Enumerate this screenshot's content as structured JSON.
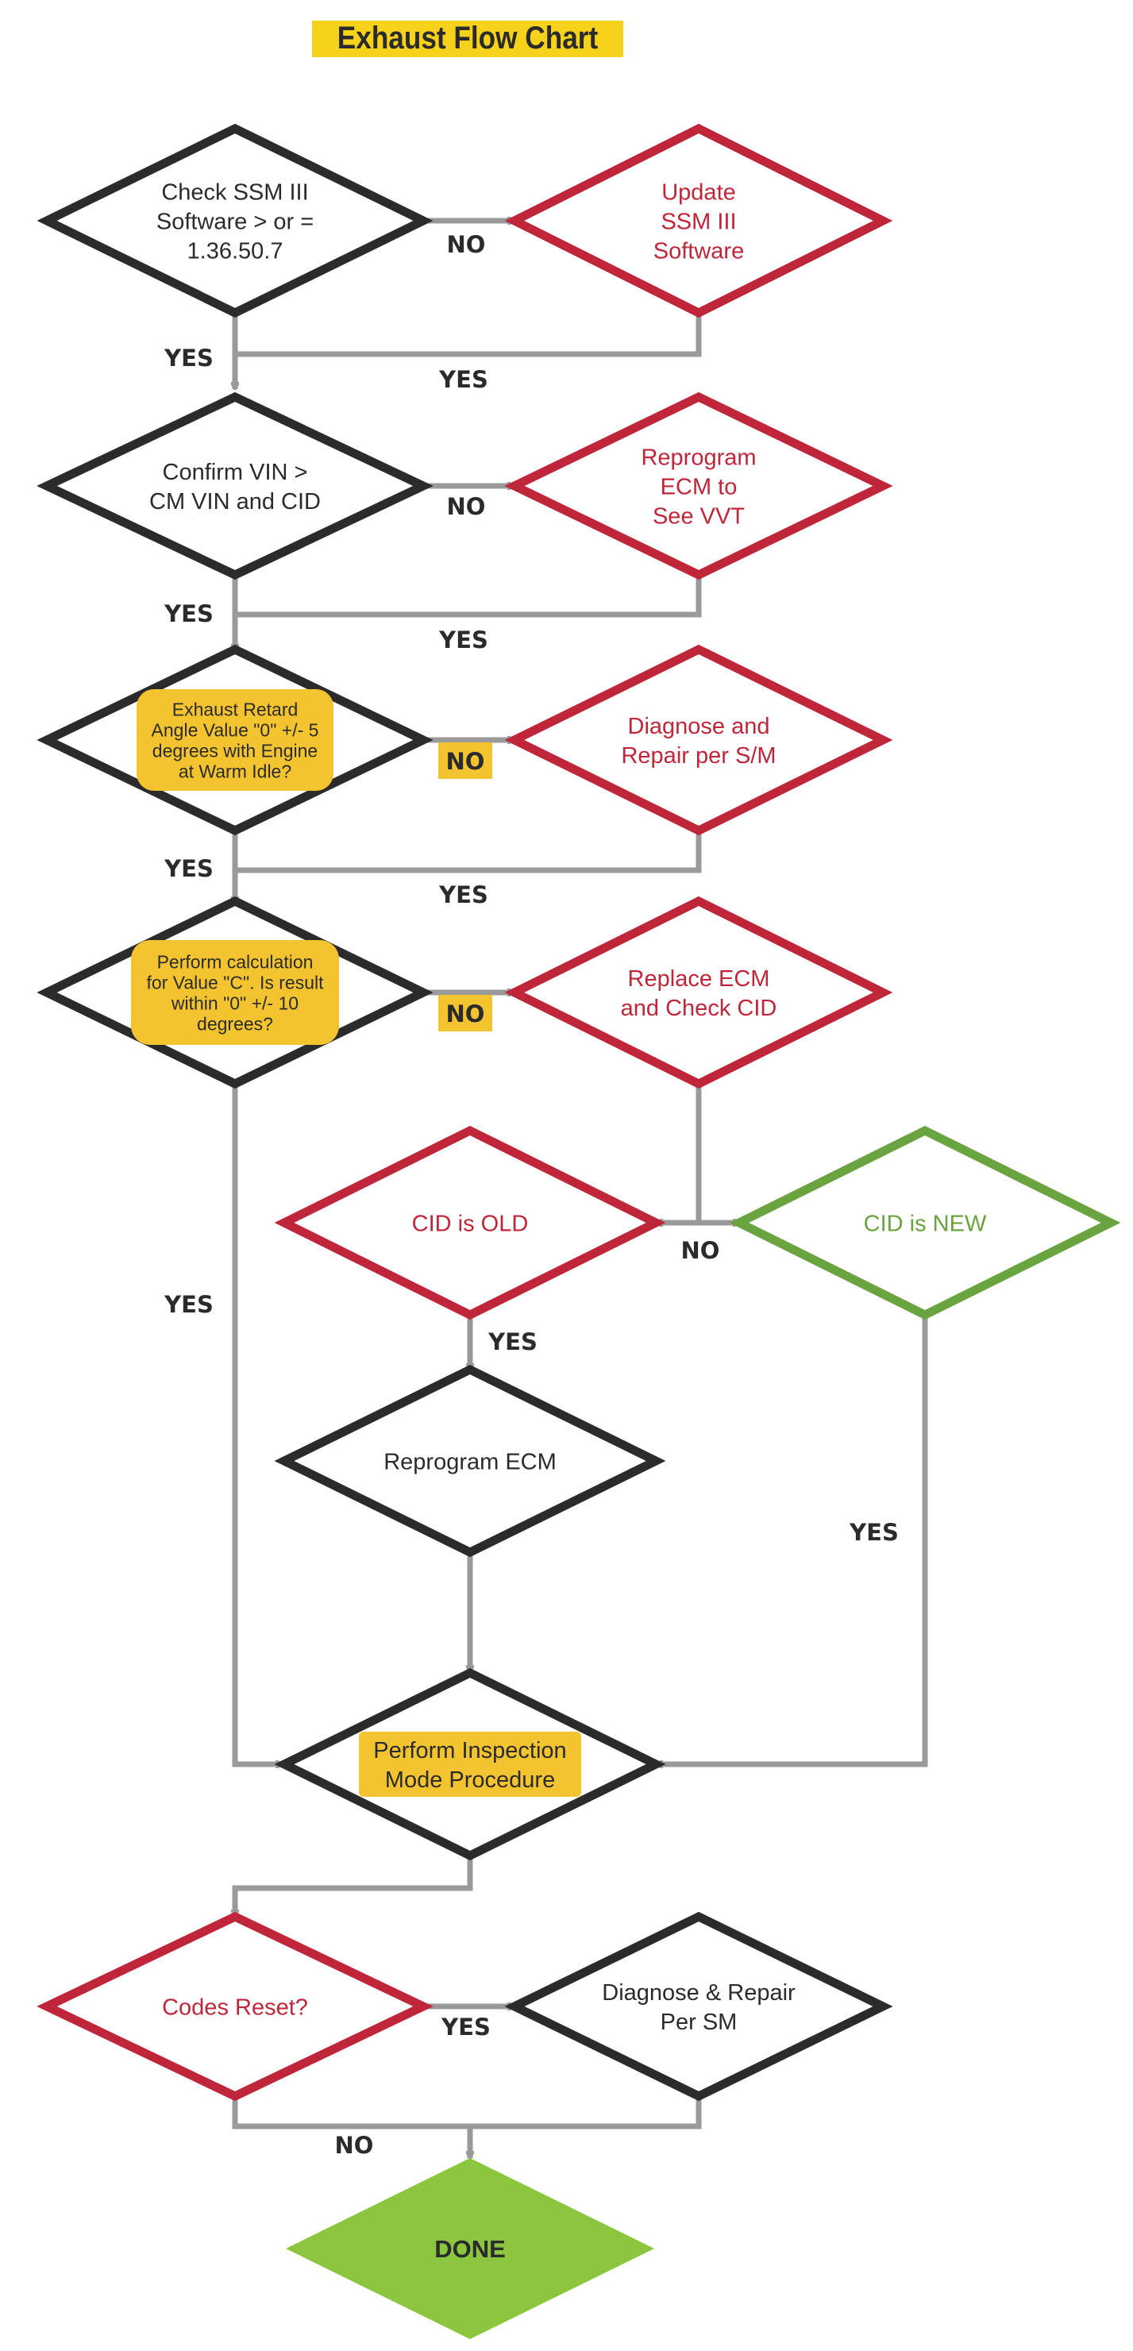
{
  "title": "Exhaust Flow Chart",
  "colors": {
    "dark": "#2b2b2b",
    "red": "#c0263a",
    "green": "#6aa441",
    "done_fill": "#8cc63f",
    "highlight": "#f4c430",
    "connector": "#9a9a9a",
    "title_bg": "#f7d21b"
  },
  "nodes": {
    "check_ssm": {
      "lines": [
        "Check SSM III",
        "Software > or =",
        "1.36.50.7"
      ]
    },
    "update_ssm": {
      "lines": [
        "Update",
        "SSM III",
        "Software"
      ]
    },
    "confirm_vin": {
      "lines": [
        "Confirm VIN >",
        "CM VIN and CID"
      ]
    },
    "reprogram_vvt": {
      "lines": [
        "Reprogram",
        "ECM to",
        "See VVT"
      ]
    },
    "exhaust_retard": {
      "lines": [
        "Exhaust Retard",
        "Angle Value \"0\"  +/- 5",
        "degrees with Engine",
        "at Warm Idle?"
      ]
    },
    "diagnose_sm": {
      "lines": [
        "Diagnose and",
        "Repair per S/M"
      ]
    },
    "perform_calc": {
      "lines": [
        "Perform calculation",
        "for Value \"C\". Is result",
        "within \"0\" +/- 10",
        "degrees?"
      ]
    },
    "replace_ecm": {
      "lines": [
        "Replace ECM",
        "and Check CID"
      ]
    },
    "cid_old": {
      "lines": [
        "CID is OLD"
      ]
    },
    "cid_new": {
      "lines": [
        "CID is NEW"
      ]
    },
    "reprogram_ecm": {
      "lines": [
        "Reprogram ECM"
      ]
    },
    "inspection": {
      "lines": [
        "Perform Inspection",
        "Mode Procedure"
      ]
    },
    "codes_reset": {
      "lines": [
        "Codes Reset?"
      ]
    },
    "diagnose_repair": {
      "lines": [
        "Diagnose & Repair",
        "Per SM"
      ]
    },
    "done": {
      "lines": [
        "DONE"
      ]
    }
  },
  "edge_labels": {
    "no": "NO",
    "yes": "YES"
  }
}
